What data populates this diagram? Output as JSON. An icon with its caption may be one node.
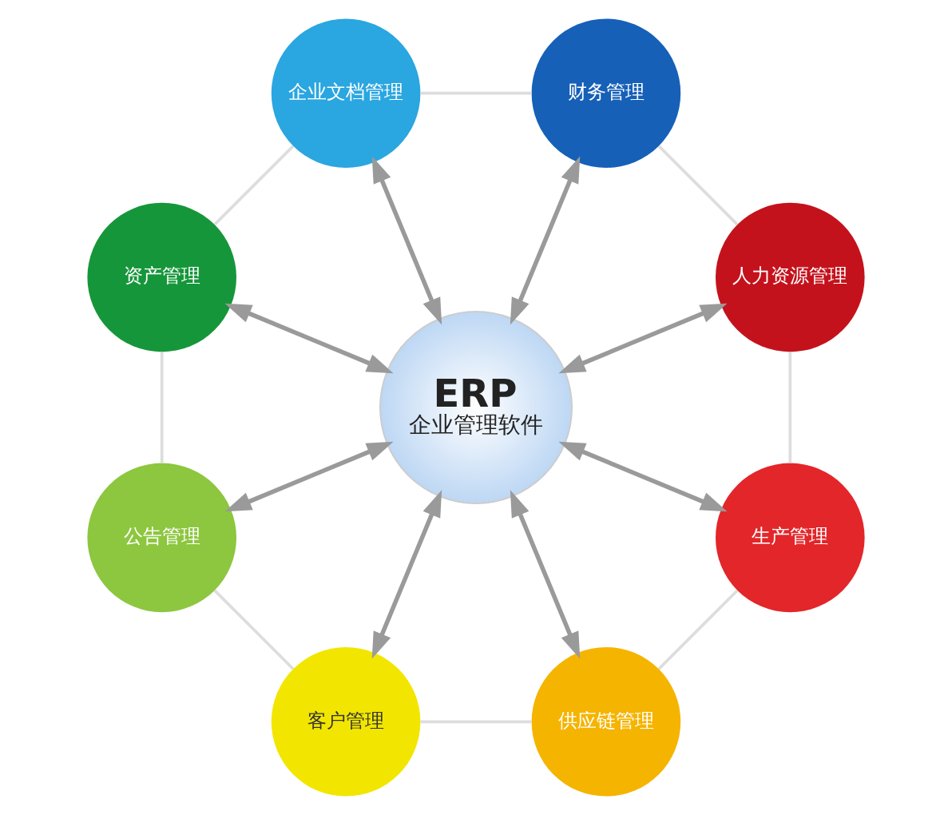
{
  "diagram": {
    "nodes": [
      {
        "text": [
          "ERP",
          "企业管理软件"
        ]
      },
      {
        "text": [
          "人力资源管理"
        ]
      },
      {
        "text": [
          "财务管理"
        ]
      },
      {
        "text": [
          "企业文档管理"
        ]
      },
      {
        "text": [
          "资产管理"
        ]
      },
      {
        "text": [
          "公告管理"
        ]
      },
      {
        "text": [
          "客户管理"
        ]
      },
      {
        "text": [
          "供应链管理"
        ]
      },
      {
        "text": [
          "生产管理"
        ]
      }
    ],
    "edges": [
      {
        "from": 0,
        "to": 1,
        "arrow": "both"
      },
      {
        "from": 0,
        "to": 2,
        "arrow": "both"
      },
      {
        "from": 0,
        "to": 3,
        "arrow": "both"
      },
      {
        "from": 0,
        "to": 4,
        "arrow": "both"
      },
      {
        "from": 0,
        "to": 5,
        "arrow": "both"
      },
      {
        "from": 0,
        "to": 6,
        "arrow": "both"
      },
      {
        "from": 0,
        "to": 7,
        "arrow": "both"
      },
      {
        "from": 0,
        "to": 8,
        "arrow": "both"
      },
      {
        "from": 1,
        "to": 2,
        "arrow": "none",
        "color": "#dddddd"
      },
      {
        "from": 2,
        "to": 3,
        "arrow": "none",
        "color": "#dddddd"
      },
      {
        "from": 3,
        "to": 4,
        "arrow": "none",
        "color": "#dddddd"
      },
      {
        "from": 4,
        "to": 5,
        "arrow": "none",
        "color": "#dddddd"
      },
      {
        "from": 5,
        "to": 6,
        "arrow": "none",
        "color": "#dddddd"
      },
      {
        "from": 6,
        "to": 7,
        "arrow": "none",
        "color": "#dddddd"
      },
      {
        "from": 7,
        "to": 8,
        "arrow": "none",
        "color": "#dddddd"
      },
      {
        "from": 8,
        "to": 1,
        "arrow": "none",
        "color": "#dddddd"
      }
    ]
  }
}
